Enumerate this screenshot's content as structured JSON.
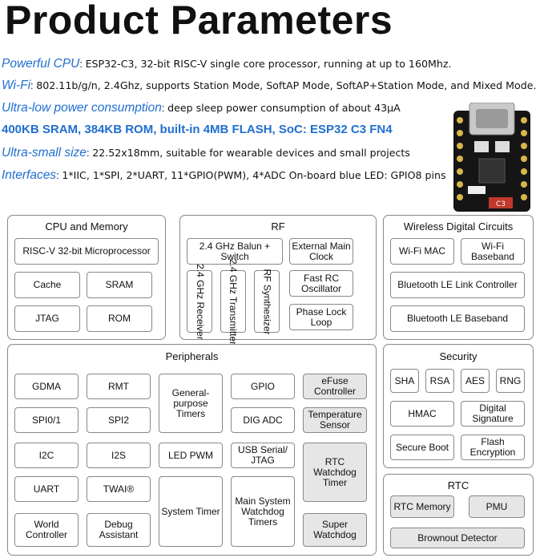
{
  "title": "Product Parameters",
  "specs": {
    "cpu": {
      "key": "Powerful CPU",
      "value": "ESP32-C3, 32-bit RISC-V single core processor, running at up to 160Mhz."
    },
    "wifi": {
      "key": "Wi-Fi",
      "value": "802.11b/g/n, 2.4Ghz, supports Station Mode, SoftAP Mode, SoftAP+Station Mode, and Mixed Mode."
    },
    "power": {
      "key": "Ultra-low power consumption",
      "value": "deep sleep power consumption of about 43μA"
    },
    "memory": "400KB SRAM, 384KB ROM, built-in 4MB FLASH, SoC: ESP32 C3 FN4",
    "size": {
      "key": "Ultra-small size",
      "value": "22.52x18mm, suitable for wearable devices and small projects"
    },
    "interfaces": {
      "key": "Interfaces",
      "value": "1*IIC, 1*SPI, 2*UART, 11*GPIO(PWM), 4*ADC On-board blue LED: GPIO8 pins"
    }
  },
  "board_label": "C3",
  "diagram": {
    "cpu": {
      "title": "CPU and Memory",
      "riscv": "RISC-V 32-bit Microprocessor",
      "cache": "Cache",
      "sram": "SRAM",
      "jtag": "JTAG",
      "rom": "ROM"
    },
    "rf": {
      "title": "RF",
      "balun": "2.4 GHz Balun + Switch",
      "ext_clock": "External Main Clock",
      "receiver": "2.4 GHz Receiver",
      "transmitter": "2.4 GHz Transmitter",
      "synth": "RF Synthesizer",
      "rc_osc": "Fast RC Oscillator",
      "pll": "Phase Lock Loop"
    },
    "wireless": {
      "title": "Wireless Digital Circuits",
      "wifi_mac": "Wi-Fi MAC",
      "wifi_bb": "Wi-Fi Baseband",
      "ble_link": "Bluetooth LE Link Controller",
      "ble_bb": "Bluetooth LE Baseband"
    },
    "periph": {
      "title": "Peripherals",
      "gdma": "GDMA",
      "rmt": "RMT",
      "gpt": "General-purpose Timers",
      "gpio": "GPIO",
      "efuse": "eFuse Controller",
      "spi01": "SPI0/1",
      "spi2": "SPI2",
      "digadc": "DIG ADC",
      "temp": "Temperature Sensor",
      "i2c": "I2C",
      "i2s": "I2S",
      "ledpwm": "LED PWM",
      "usb": "USB Serial/ JTAG",
      "rtcwdt": "RTC Watchdog Timer",
      "uart": "UART",
      "twai": "TWAI®",
      "systimer": "System Timer",
      "mswdt": "Main System Watchdog Timers",
      "world": "World Controller",
      "debug": "Debug Assistant",
      "swdt": "Super Watchdog"
    },
    "security": {
      "title": "Security",
      "sha": "SHA",
      "rsa": "RSA",
      "aes": "AES",
      "rng": "RNG",
      "hmac": "HMAC",
      "digsig": "Digital Signature",
      "secboot": "Secure Boot",
      "flashenc": "Flash Encryption"
    },
    "rtc": {
      "title": "RTC",
      "rtcmem": "RTC Memory",
      "pmu": "PMU",
      "brownout": "Brownout Detector"
    }
  }
}
